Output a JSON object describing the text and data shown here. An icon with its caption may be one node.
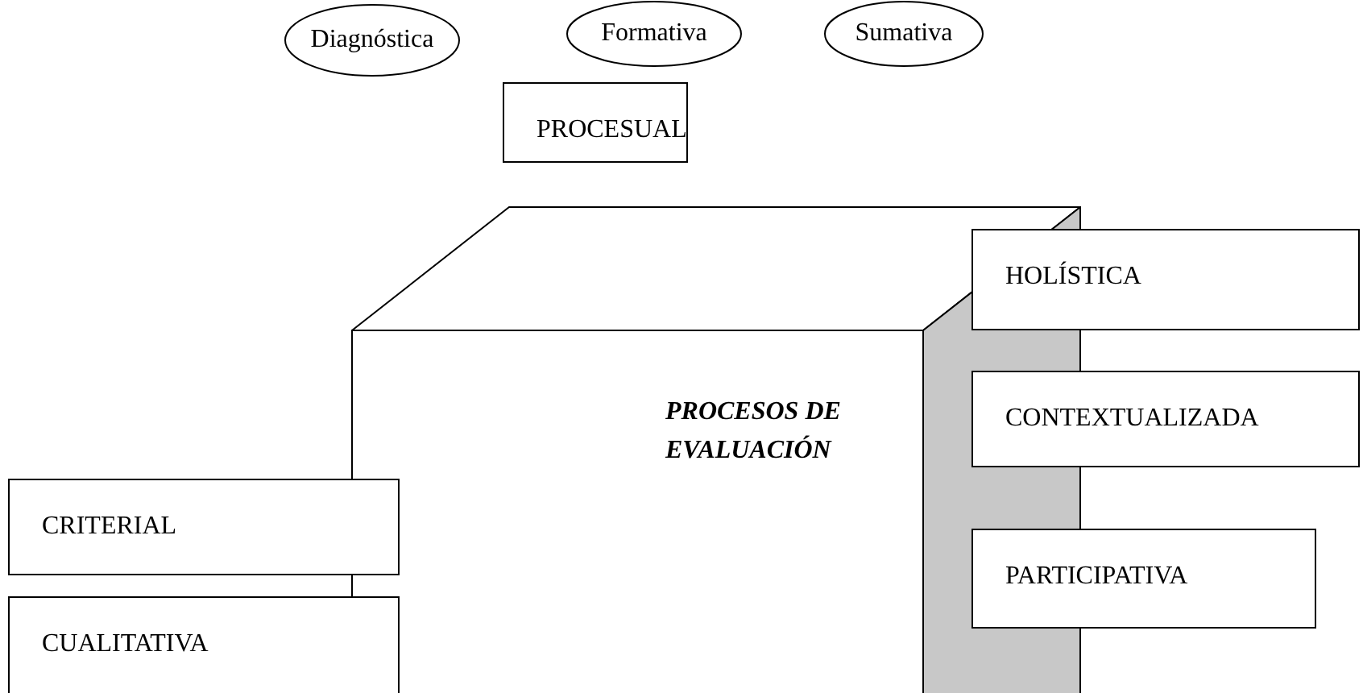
{
  "diagram": {
    "nodes": [
      {
        "text": [
          "Diagnóstica"
        ]
      },
      {
        "text": [
          "Formativa"
        ]
      },
      {
        "text": [
          "Sumativa"
        ]
      },
      {
        "text": [
          "PROCESUAL"
        ]
      },
      {
        "text": [
          "PROCESOS DE EVALUACIÓN"
        ]
      },
      {
        "text": [
          "HOLÍSTICA"
        ]
      },
      {
        "text": [
          "CONTEXTUALIZADA"
        ]
      },
      {
        "text": [
          "CRITERIAL"
        ]
      },
      {
        "text": [
          "PARTICIPATIVA"
        ]
      },
      {
        "text": [
          "CUALITATIVA"
        ]
      }
    ]
  }
}
